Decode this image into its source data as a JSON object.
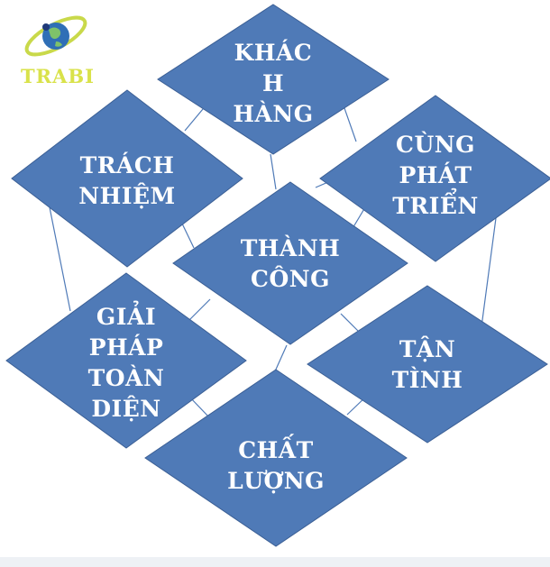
{
  "logo": {
    "text": "TRABI",
    "icon": "globe-icon",
    "text_color": "#d9e24a"
  },
  "colors": {
    "diamond_fill": "#4f7ab7",
    "diamond_stroke": "#3b5f95",
    "connector": "#4f7ab7",
    "label": "#ffffff"
  },
  "diamonds": [
    {
      "id": "khach-hang",
      "lines": [
        "KHÁC",
        "H",
        "HÀNG"
      ]
    },
    {
      "id": "trach-nhiem",
      "lines": [
        "TRÁCH",
        "NHIỆM"
      ]
    },
    {
      "id": "cung-phat-trien",
      "lines": [
        "CÙNG",
        "PHÁT",
        "TRIỂN"
      ]
    },
    {
      "id": "thanh-cong",
      "lines": [
        "THÀNH",
        "CÔNG"
      ]
    },
    {
      "id": "giai-phap",
      "lines": [
        "GIẢI",
        "PHÁP",
        "TOÀN",
        "DIỆN"
      ]
    },
    {
      "id": "tan-tinh",
      "lines": [
        "TẬN",
        "TÌNH"
      ]
    },
    {
      "id": "chat-luong",
      "lines": [
        "CHẤT",
        "LƯỢNG"
      ]
    }
  ]
}
